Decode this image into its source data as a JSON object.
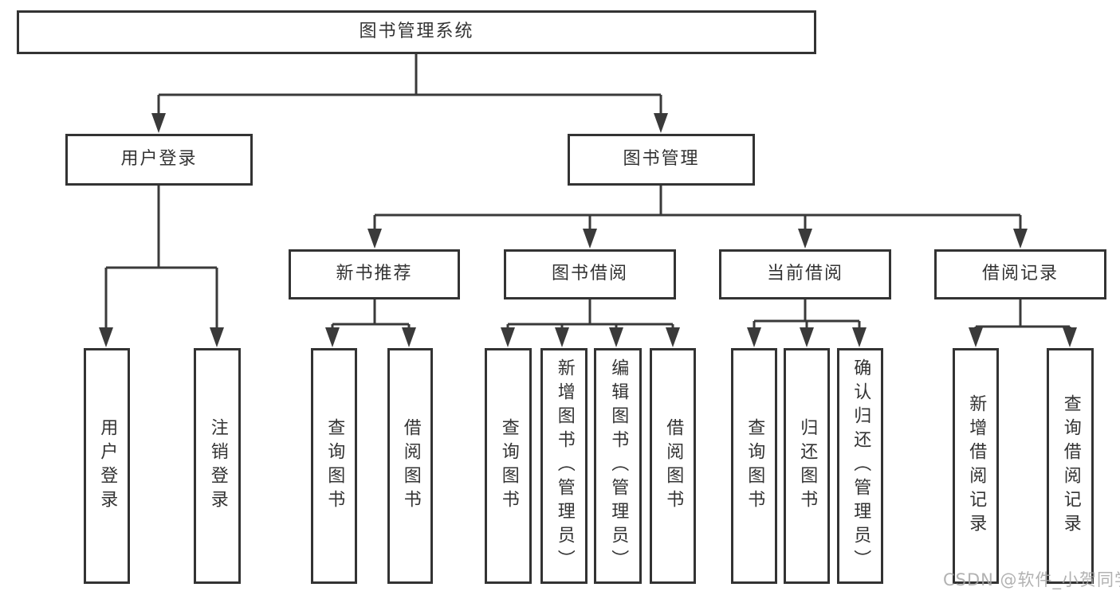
{
  "colors": {
    "line": "#3a3a3a",
    "box_border": "#333333",
    "text": "#333333",
    "watermark": "#a5a5a5",
    "background": "#ffffff"
  },
  "diagram": {
    "type": "tree",
    "title": "图书管理系统",
    "branches": [
      {
        "label": "用户登录",
        "children": [
          "用户登录",
          "注销登录"
        ]
      },
      {
        "label": "图书管理",
        "children": [
          {
            "label": "新书推荐",
            "children": [
              "查询图书",
              "借阅图书"
            ]
          },
          {
            "label": "图书借阅",
            "children": [
              "查询图书",
              "新增图书（管理员）",
              "编辑图书（管理员）",
              "借阅图书"
            ]
          },
          {
            "label": "当前借阅",
            "children": [
              "查询图书",
              "归还图书",
              "确认归还（管理员）"
            ]
          },
          {
            "label": "借阅记录",
            "children": [
              "新增借阅记录",
              "查询借阅记录"
            ]
          }
        ]
      }
    ]
  },
  "watermark": {
    "text": "CSDN @软件_小贺同学"
  }
}
